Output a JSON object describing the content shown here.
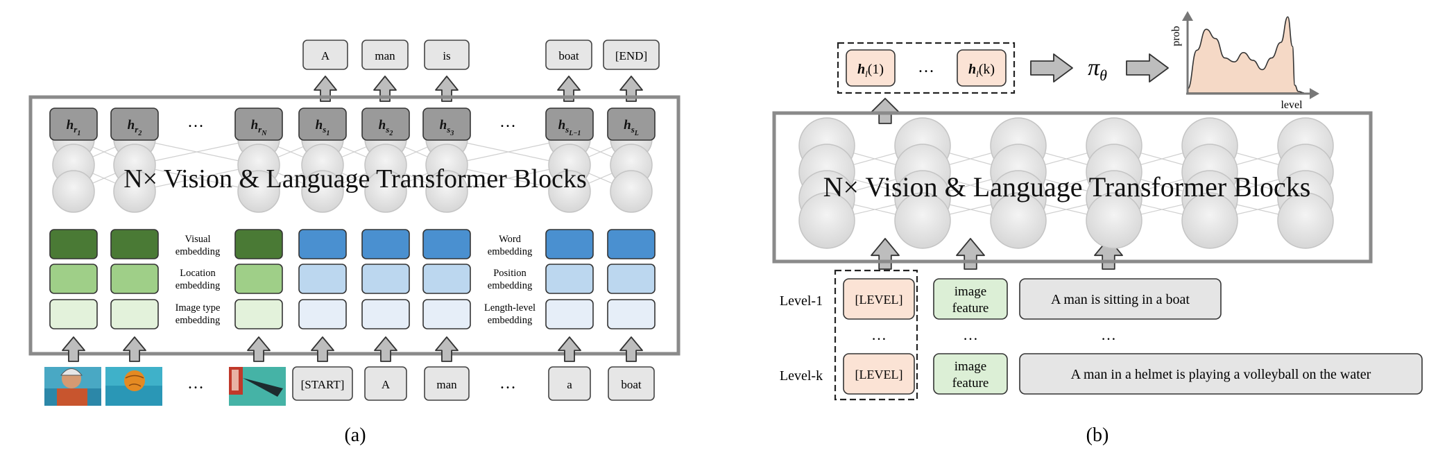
{
  "panel_a": {
    "outputs": [
      "A",
      "man",
      "is",
      "boat",
      "[END]"
    ],
    "hidden_labels": [
      {
        "base": "h",
        "sub": "r",
        "subsub": "1"
      },
      {
        "base": "h",
        "sub": "r",
        "subsub": "2"
      },
      {
        "base": "h",
        "sub": "r",
        "subsub": "N"
      },
      {
        "base": "h",
        "sub": "s",
        "subsub": "1"
      },
      {
        "base": "h",
        "sub": "s",
        "subsub": "2"
      },
      {
        "base": "h",
        "sub": "s",
        "subsub": "3"
      },
      {
        "base": "h",
        "sub": "s",
        "subsub": "L−1"
      },
      {
        "base": "h",
        "sub": "s",
        "subsub": "L"
      }
    ],
    "ellipsis": "…",
    "transformer_title": "N× Vision & Language Transformer  Blocks",
    "embedding_labels_left": [
      "Visual",
      "embedding",
      "Location",
      "embedding",
      "Image type",
      "embedding"
    ],
    "embedding_labels_right": [
      "Word",
      "embedding",
      "Position",
      "embedding",
      "Length-level",
      "embedding"
    ],
    "inputs": [
      "[START]",
      "A",
      "man",
      "a",
      "boat"
    ],
    "caption": "(a)"
  },
  "panel_b": {
    "outputs": [
      {
        "base": "h",
        "sub": "l",
        "arg": "(1)"
      },
      {
        "base": "h",
        "sub": "l",
        "arg": "(k)"
      }
    ],
    "ellipsis": "…",
    "policy": {
      "base": "π",
      "sub": "θ"
    },
    "chart_data": {
      "type": "area",
      "title": "",
      "xlabel": "level",
      "ylabel": "prob",
      "x": [
        0,
        0.08,
        0.16,
        0.24,
        0.32,
        0.4,
        0.48,
        0.56,
        0.64,
        0.72,
        0.8,
        0.86,
        0.9,
        0.92,
        0.95,
        1.0
      ],
      "y": [
        0.05,
        0.55,
        0.82,
        0.7,
        0.45,
        0.4,
        0.52,
        0.42,
        0.3,
        0.45,
        0.65,
        0.98,
        0.6,
        0.1,
        0.02,
        0.0
      ]
    },
    "transformer_title": "N× Vision & Language Transformer  Blocks",
    "rows": [
      {
        "level": "Level-1",
        "token": "[LEVEL]",
        "feature": [
          "image",
          "feature"
        ],
        "caption": "A man is sitting in a boat"
      },
      {
        "level": "Level-k",
        "token": "[LEVEL]",
        "feature": [
          "image",
          "feature"
        ],
        "caption": "A man in a helmet is playing a volleyball on the water"
      }
    ],
    "caption": "(b)"
  },
  "colors": {
    "visual_dark": "#4a7a35",
    "visual_mid": "#9fcf88",
    "visual_light": "#e3f2db",
    "word_dark": "#4a90d0",
    "word_mid": "#bcd7ef",
    "word_light": "#e6eef8",
    "level_fill": "#fbe3d5",
    "feature_fill": "#dcefd6",
    "caption_fill": "#e5e5e5",
    "hidden_fill": "#9a9a9a"
  }
}
